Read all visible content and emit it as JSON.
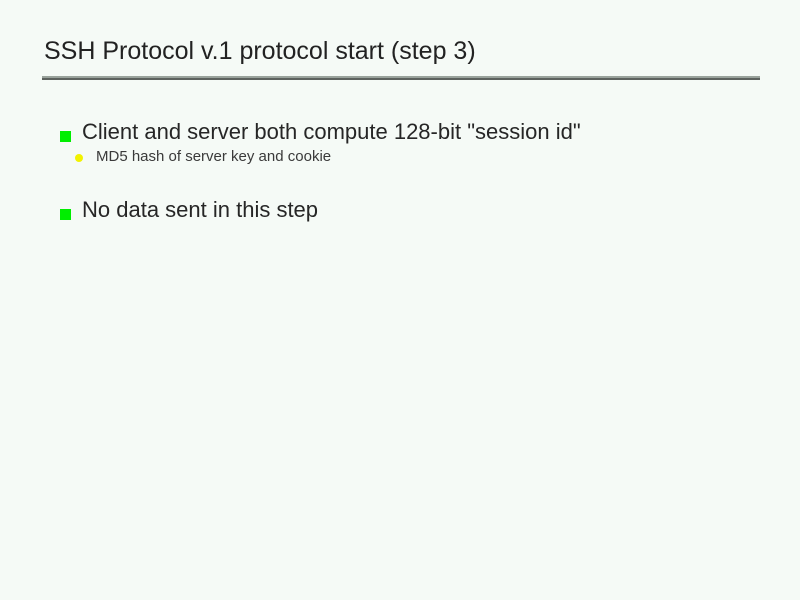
{
  "slide": {
    "title": "SSH Protocol v.1 protocol start (step 3)",
    "background_color": "#f5faf6",
    "text_color": "#262626",
    "rule": {
      "top_color": "#9aa39c",
      "bottom_color": "#5d625e"
    },
    "bullets": [
      {
        "level": 1,
        "marker": "green-square-bullet-icon",
        "marker_color": "#00ee00",
        "text": "Client and server both compute 128-bit \"session id\"",
        "children": [
          {
            "level": 2,
            "marker": "yellow-round-bullet-icon",
            "marker_color": "#f2f200",
            "text": "MD5 hash of server key and cookie"
          }
        ]
      },
      {
        "level": 1,
        "marker": "green-square-bullet-icon",
        "marker_color": "#00ee00",
        "text": "No data sent in this step",
        "children": []
      }
    ]
  }
}
